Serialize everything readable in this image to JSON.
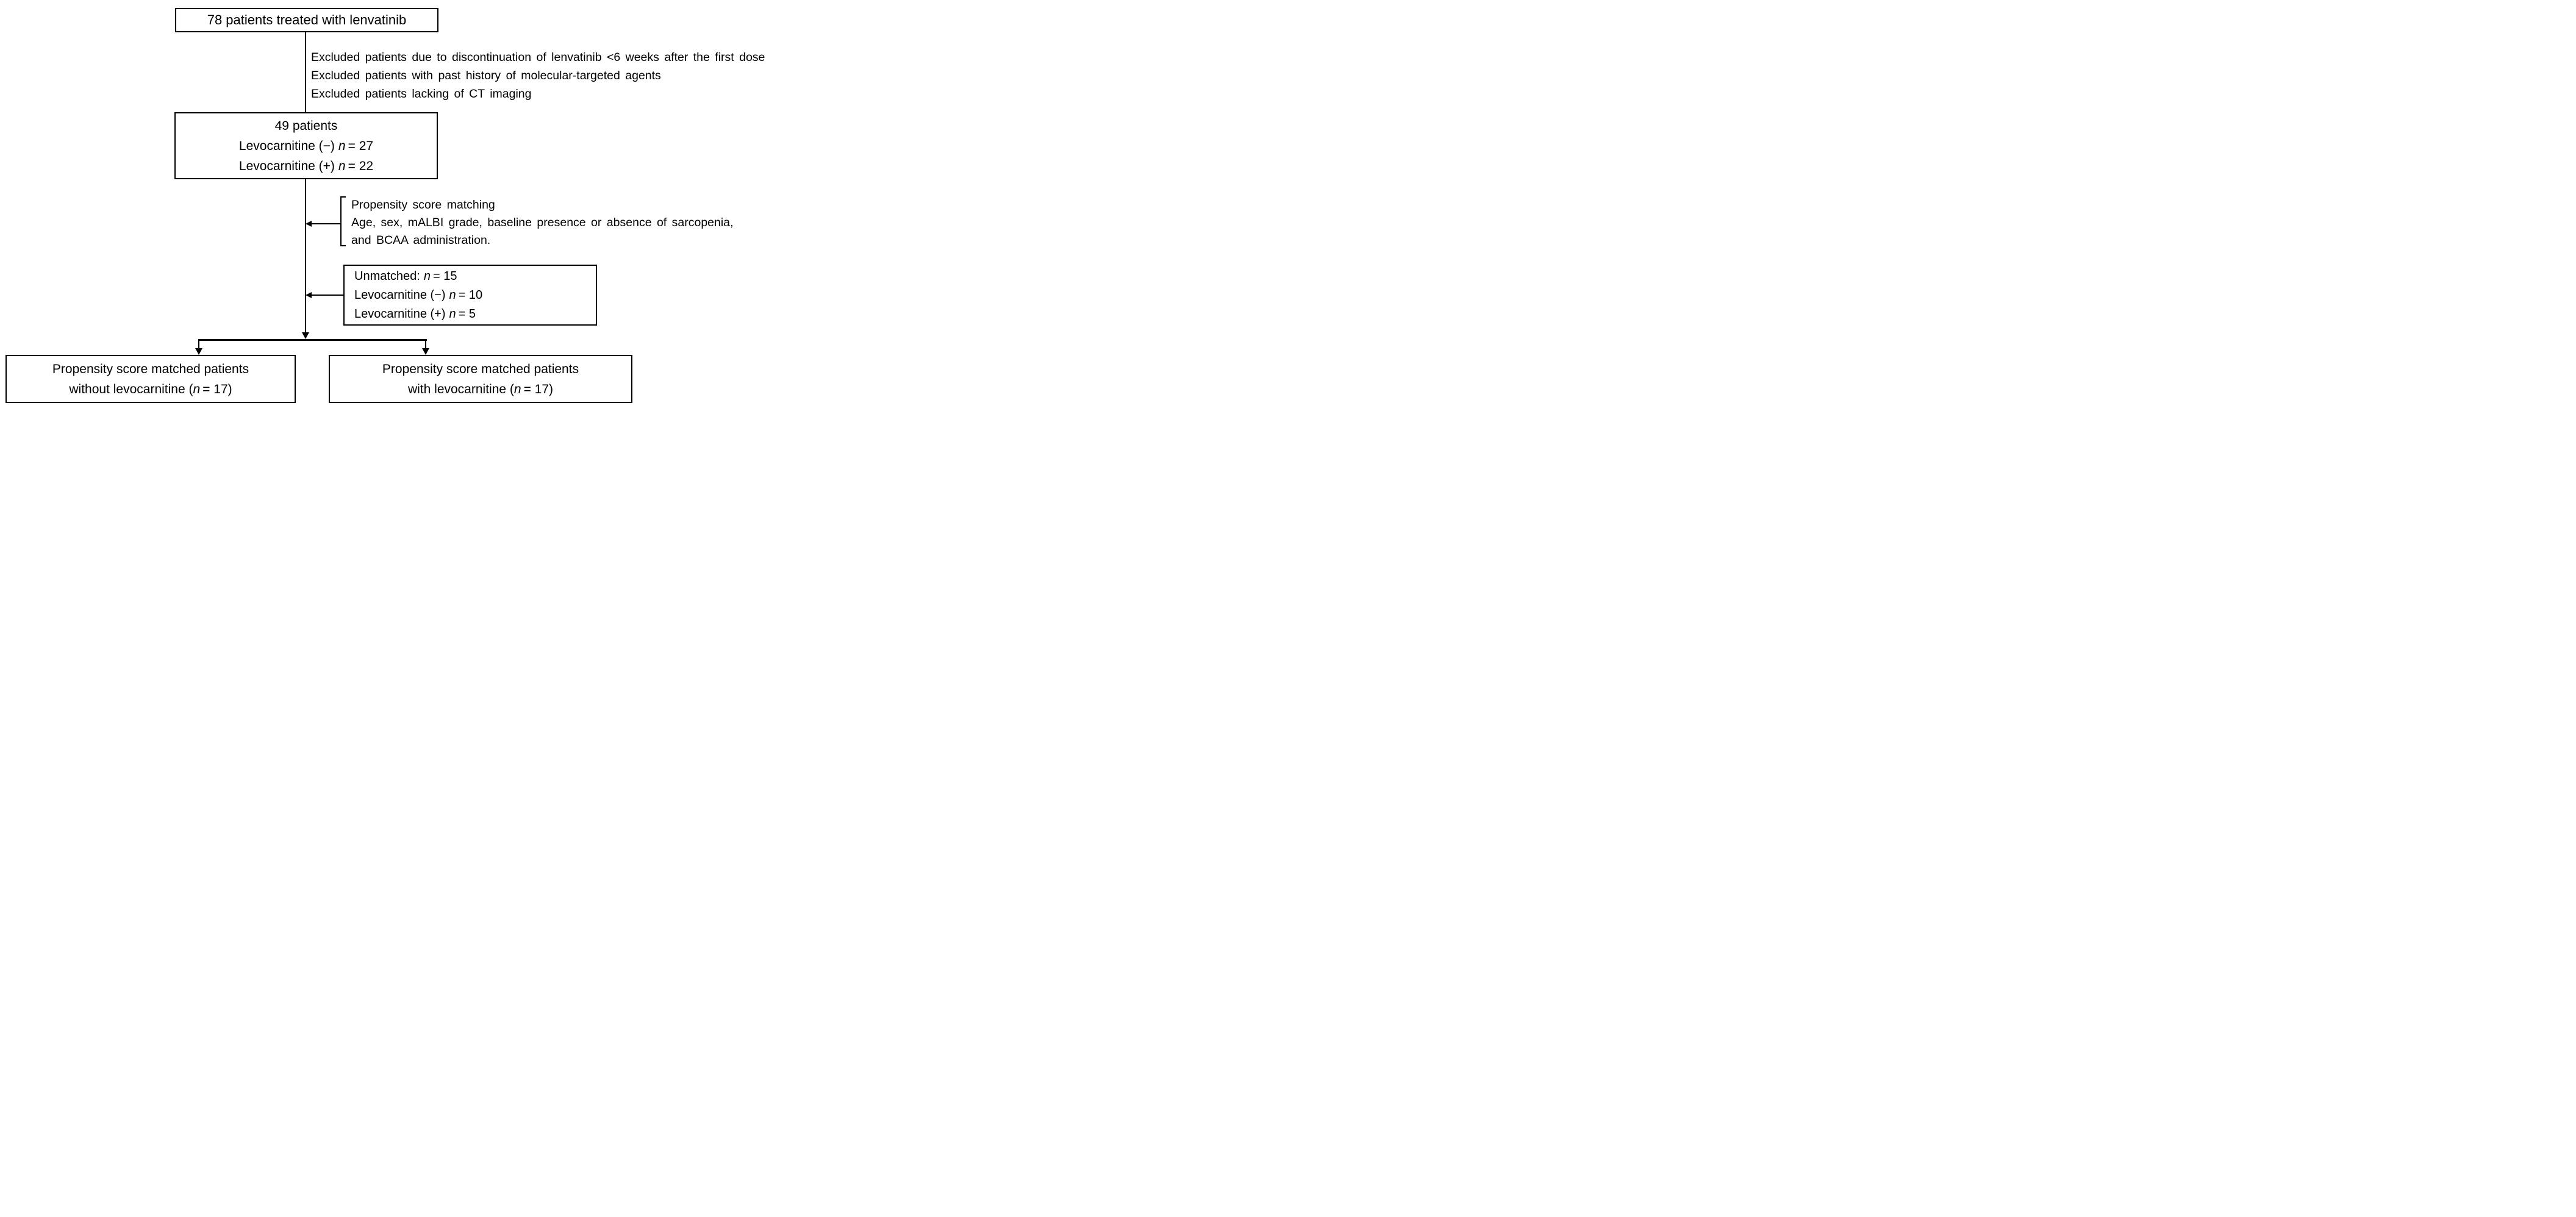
{
  "diagram": {
    "enrolled_box": {
      "text": "78 patients treated with lenvatinib"
    },
    "exclusions": {
      "lines": [
        "Excluded patients due to discontinuation of lenvatinib <6 weeks after the first dose",
        "Excluded patients with past history of molecular-targeted agents",
        "Excluded patients lacking of CT imaging"
      ]
    },
    "cohort_box": {
      "title": "49 patients",
      "lines": [
        {
          "pre": "Levocarnitine (−)",
          "n": "n",
          "post": "= 27"
        },
        {
          "pre": "Levocarnitine (+)",
          "n": "n",
          "post": "= 22"
        }
      ]
    },
    "matching_note": {
      "lines": [
        "Propensity score matching",
        "Age, sex, mALBI grade, baseline presence or absence of sarcopenia,",
        "and BCAA administration."
      ]
    },
    "unmatched_box": {
      "lines": [
        {
          "pre": "Unmatched:",
          "n": "n",
          "post": "= 15"
        },
        {
          "pre": "Levocarnitine (−)",
          "n": "n",
          "post": "= 10"
        },
        {
          "pre": "Levocarnitine (+)",
          "n": "n",
          "post": "= 5"
        }
      ]
    },
    "outcome_without": {
      "line1": "Propensity score matched patients",
      "line2_pre": "without levocarnitine (",
      "line2_n": "n",
      "line2_post": "= 17)"
    },
    "outcome_with": {
      "line1": "Propensity score matched patients",
      "line2_pre": "with levocarnitine (",
      "line2_n": "n",
      "line2_post": "= 17)"
    },
    "colors": {
      "line": "#000000",
      "text": "#000000",
      "background": "#ffffff"
    }
  }
}
